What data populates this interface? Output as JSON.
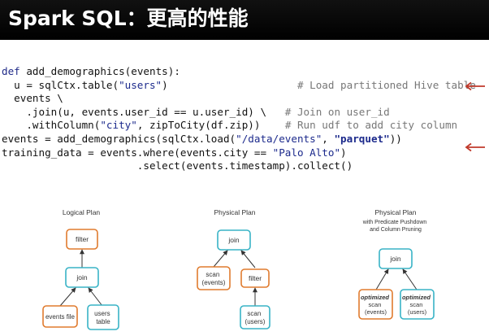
{
  "slide": {
    "title": "Spark SQL：更高的性能"
  },
  "code": {
    "lines": [
      [
        {
          "t": "def ",
          "c": "kw"
        },
        {
          "t": "add_demographics(events):"
        }
      ],
      [
        {
          "t": "  u = sqlCtx.table("
        },
        {
          "t": "\"users\"",
          "c": "str"
        },
        {
          "t": ")                     "
        },
        {
          "t": "# Load partitioned Hive table",
          "c": "cmt"
        }
      ],
      [
        {
          "t": "  events \\"
        }
      ],
      [
        {
          "t": "    .join(u, events.user_id == u.user_id) \\   "
        },
        {
          "t": "# Join on user_id",
          "c": "cmt"
        }
      ],
      [
        {
          "t": "    .withColumn("
        },
        {
          "t": "\"city\"",
          "c": "str"
        },
        {
          "t": ", zipToCity(df.zip))    "
        },
        {
          "t": "# Run udf to add city column",
          "c": "cmt"
        }
      ],
      [
        {
          "t": "events = add_demographics(sqlCtx.load("
        },
        {
          "t": "\"/data/events\"",
          "c": "str"
        },
        {
          "t": ", "
        },
        {
          "t": "\"parquet\"",
          "c": "strb"
        },
        {
          "t": "))"
        }
      ],
      [
        {
          "t": "training_data = events.where(events.city == "
        },
        {
          "t": "\"Palo Alto\"",
          "c": "str"
        },
        {
          "t": ")"
        }
      ],
      [
        {
          "t": "                      .select(events.timestamp).collect()"
        }
      ]
    ]
  },
  "plans": {
    "logical": {
      "title": "Logical Plan",
      "filter": "filter",
      "join": "join",
      "events_file": "events file",
      "users_table": [
        "users",
        "table"
      ]
    },
    "physical": {
      "title": "Physical Plan",
      "join": "join",
      "scan_events": [
        "scan",
        "(events)"
      ],
      "filter": "filter",
      "scan_users": [
        "scan",
        "(users)"
      ]
    },
    "optimized": {
      "title": "Physical Plan",
      "subtitle": [
        "with Predicate Pushdown",
        "and Column Pruning"
      ],
      "join": "join",
      "left": [
        "optimized",
        "scan",
        "(events)"
      ],
      "right": [
        "optimized",
        "scan",
        "(users)"
      ]
    }
  },
  "colors": {
    "accent_red": "#c0392b",
    "node_orange": "#e07b2e",
    "node_teal": "#38b3c6"
  }
}
